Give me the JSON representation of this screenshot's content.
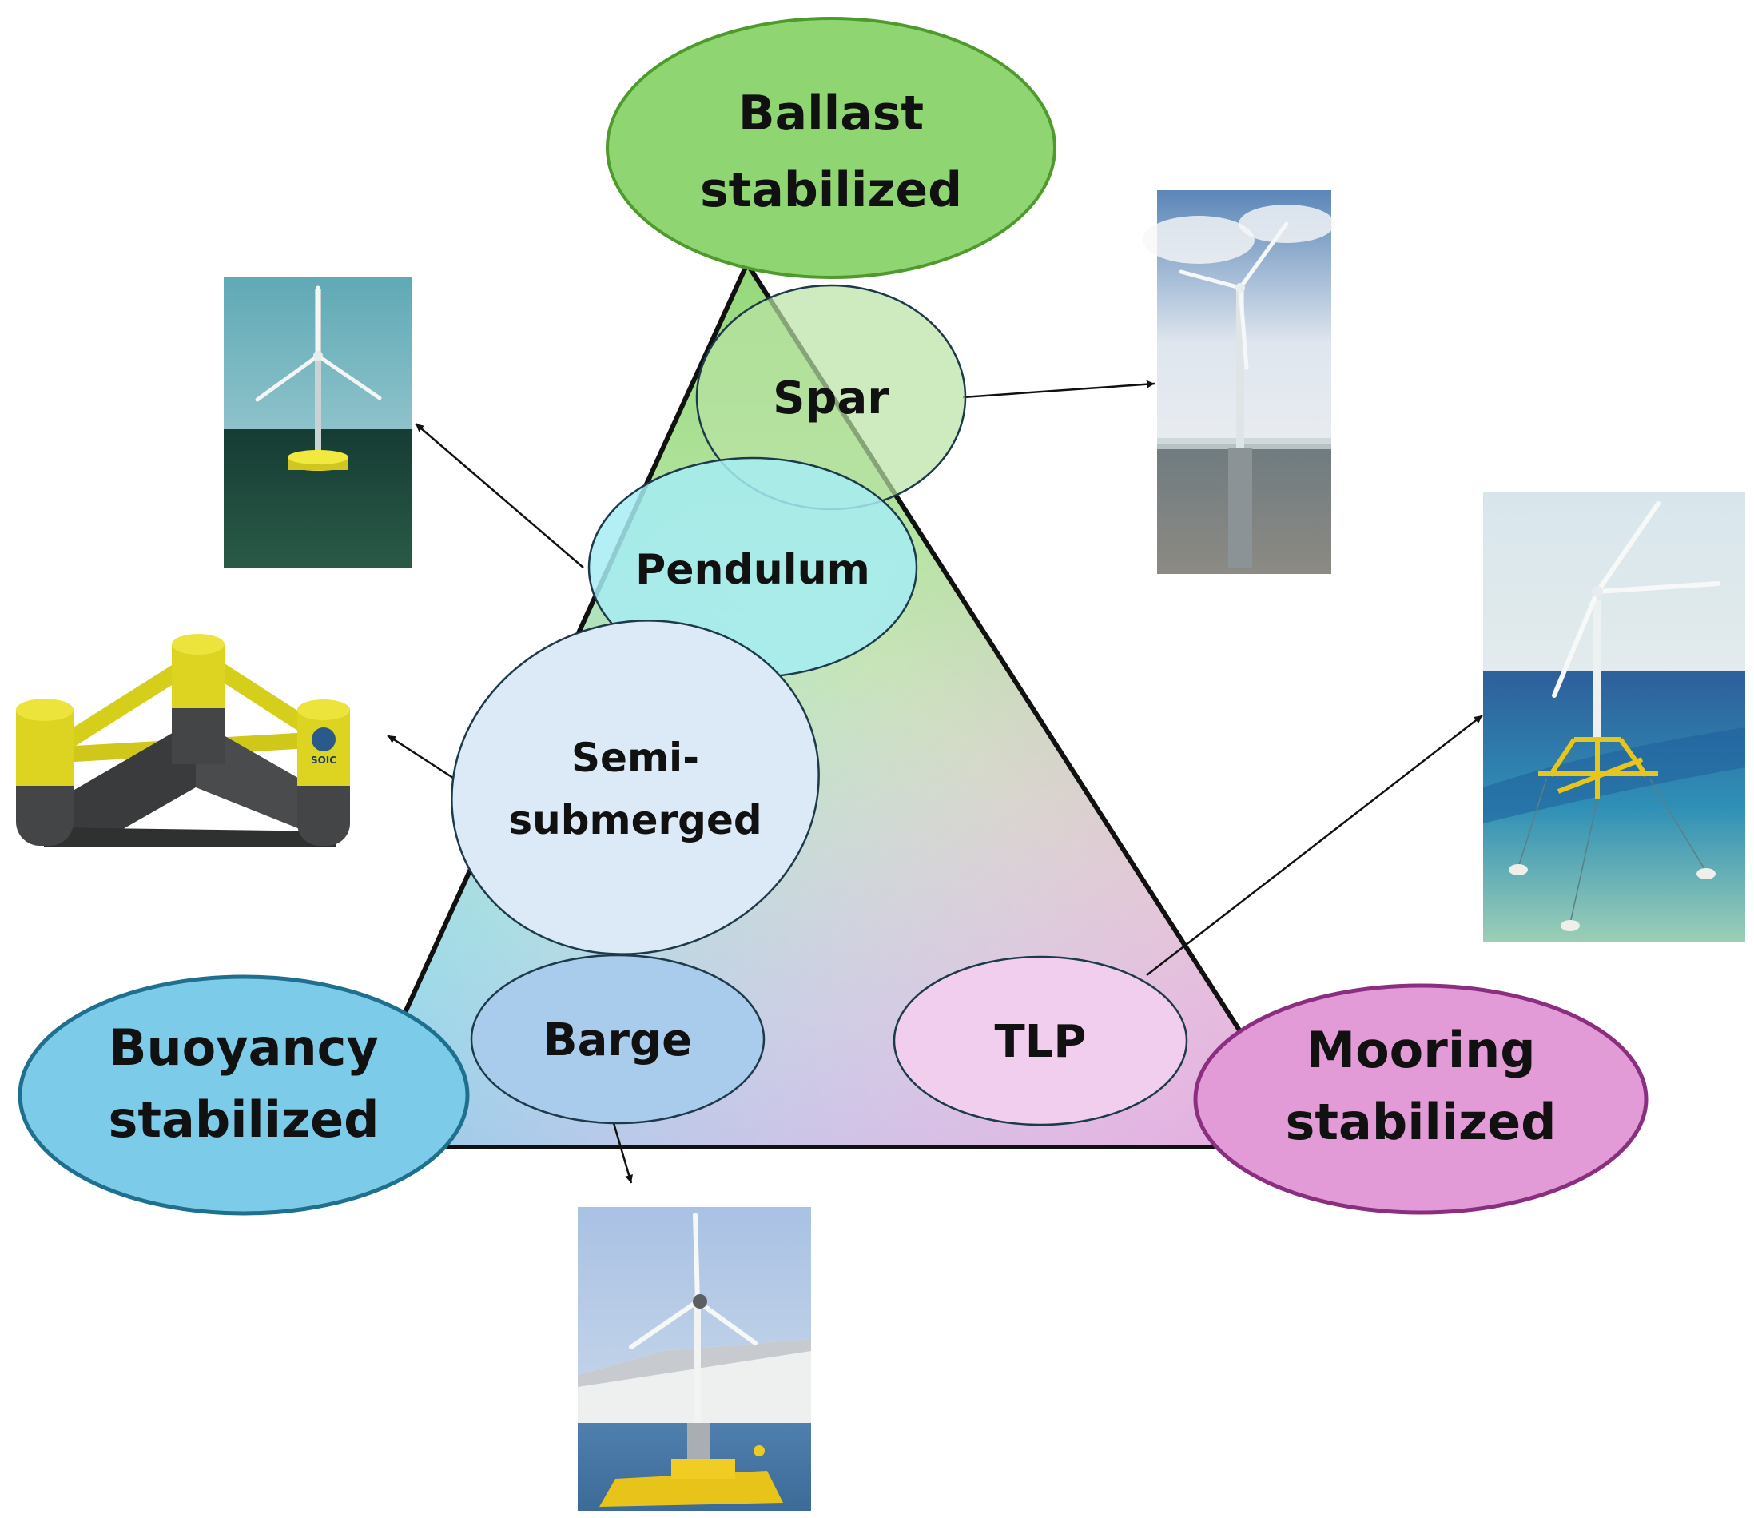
{
  "nodes": {
    "ballast": {
      "line1": "Ballast",
      "line2": "stabilized",
      "fill": "#8fd672",
      "stroke": "#4f9a2c"
    },
    "buoyancy": {
      "line1": "Buoyancy",
      "line2": "stabilized",
      "fill": "#7ccbe9",
      "stroke": "#1f6f8e"
    },
    "mooring": {
      "line1": "Mooring",
      "line2": "stabilized",
      "fill": "#e39bd8",
      "stroke": "#8a2f80"
    },
    "spar": {
      "label": "Spar",
      "fill": "#b9e2a4"
    },
    "pendulum": {
      "label": "Pendulum",
      "fill": "#a6ecf3"
    },
    "semi": {
      "line1": "Semi-",
      "line2": "submerged",
      "fill": "#dceaf7"
    },
    "barge": {
      "label": "Barge",
      "fill": "#a9cbec"
    },
    "tlp": {
      "label": "TLP",
      "fill": "#f1cdee"
    }
  },
  "colors": {
    "triangle_stroke": "#111111",
    "ellipse_stroke": "#1d3a4a",
    "arrow": "#111111"
  },
  "images": {
    "spar_turbine": "spar-turbine-render",
    "pendulum_turbine": "pendulum-turbine-render",
    "semi_platform": "semi-submerged-platform-render",
    "tlp_turbine": "tlp-turbine-render",
    "barge_turbine": "barge-turbine-photo",
    "semi_logo_text": "SOIC"
  }
}
